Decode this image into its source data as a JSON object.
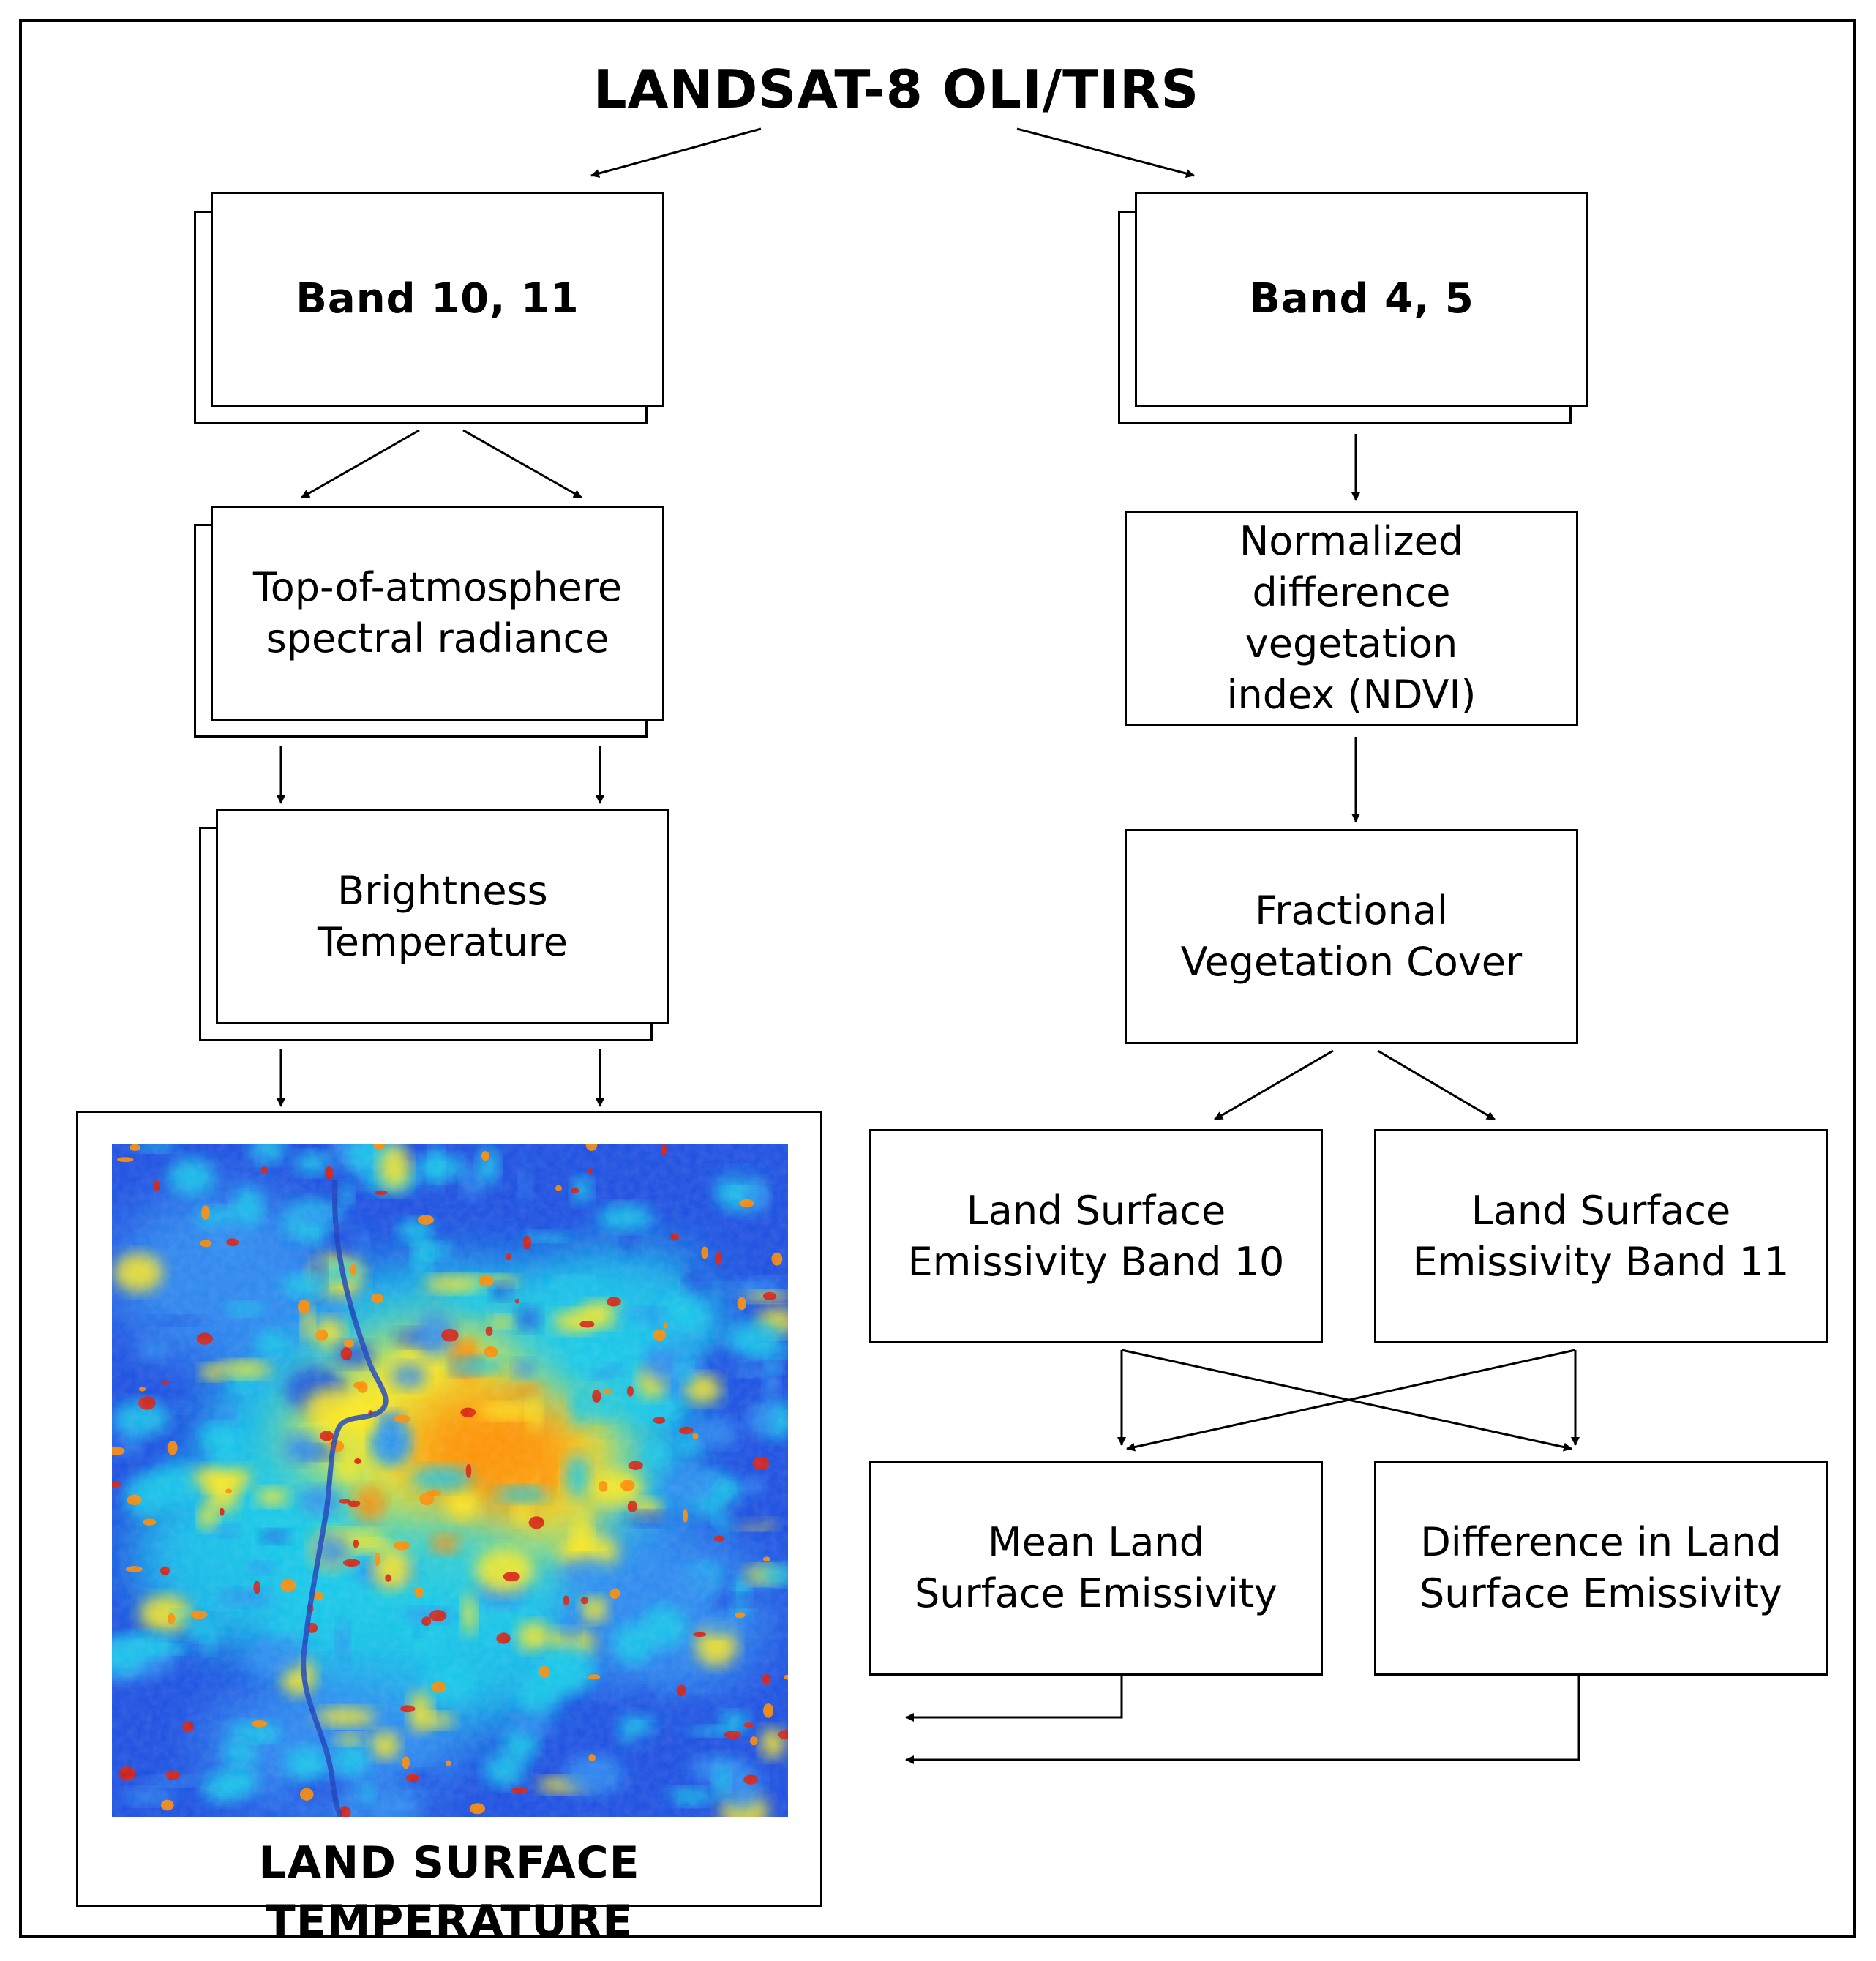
{
  "diagram": {
    "title": "LANDSAT-8 OLI/TIRS",
    "nodes": {
      "band_10_11": "Band 10, 11",
      "band_4_5": "Band 4, 5",
      "toa_radiance": "Top-of-atmosphere spectral radiance",
      "ndvi": "Normalized difference vegetation index (NDVI)",
      "brightness_temperature": "Brightness Temperature",
      "fractional_vegetation_cover": "Fractional Vegetation Cover",
      "lse_band_10": "Land Surface Emissivity Band 10",
      "lse_band_11": "Land Surface Emissivity Band 11",
      "mean_lse": "Mean Land Surface Emissivity",
      "difference_lse": "Difference in Land Surface Emissivity",
      "land_surface_temperature": "LAND SURFACE TEMPERATURE"
    },
    "edges": [
      [
        "title",
        "band_10_11"
      ],
      [
        "title",
        "band_4_5"
      ],
      [
        "band_10_11",
        "toa_radiance"
      ],
      [
        "toa_radiance",
        "brightness_temperature"
      ],
      [
        "brightness_temperature",
        "land_surface_temperature"
      ],
      [
        "band_4_5",
        "ndvi"
      ],
      [
        "ndvi",
        "fractional_vegetation_cover"
      ],
      [
        "fractional_vegetation_cover",
        "lse_band_10"
      ],
      [
        "fractional_vegetation_cover",
        "lse_band_11"
      ],
      [
        "lse_band_10",
        "mean_lse"
      ],
      [
        "lse_band_10",
        "difference_lse"
      ],
      [
        "lse_band_11",
        "mean_lse"
      ],
      [
        "lse_band_11",
        "difference_lse"
      ],
      [
        "mean_lse",
        "land_surface_temperature"
      ],
      [
        "difference_lse",
        "land_surface_temperature"
      ]
    ],
    "map_colors": {
      "cool": "#1d4fe0",
      "cool_light": "#2f8cf0",
      "mild": "#18c8e8",
      "warm": "#ffe81a",
      "hot": "#ff8a00",
      "hottest": "#d81c0c"
    }
  }
}
